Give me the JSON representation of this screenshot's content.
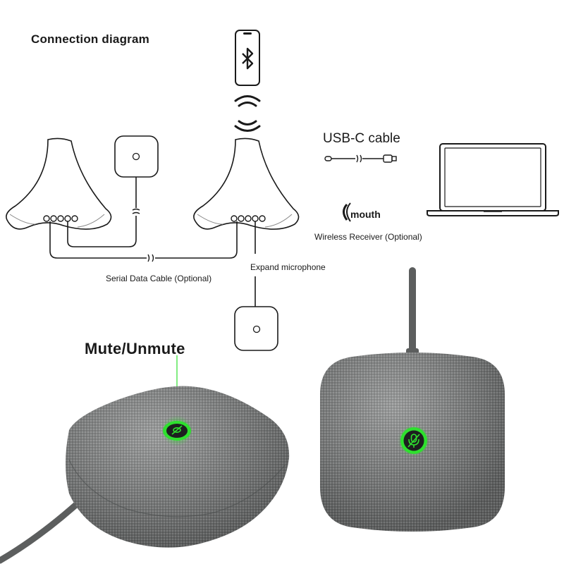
{
  "diagram": {
    "title": "Connection diagram",
    "usb_c_label": "USB-C cable",
    "wireless_receiver_label": "Wireless Receiver (Optional)",
    "wireless_receiver_brand": "mouth",
    "serial_cable_label": "Serial Data Cable (Optional)",
    "expand_mic_label": "Expand microphone",
    "mute_label": "Mute/Unmute"
  },
  "colors": {
    "line": "#1a1a1a",
    "speaker_fabric": "#7d7f7f",
    "mute_ring": "#2ee02e",
    "button_dark": "#1d1f1f",
    "cable": "#5c5e5e"
  },
  "icons": {
    "phone": "smartphone-icon",
    "bluetooth": "bluetooth-icon",
    "wireless": "signal-waves-icon",
    "laptop": "laptop-icon",
    "mic_mute": "mic-mute-icon"
  }
}
